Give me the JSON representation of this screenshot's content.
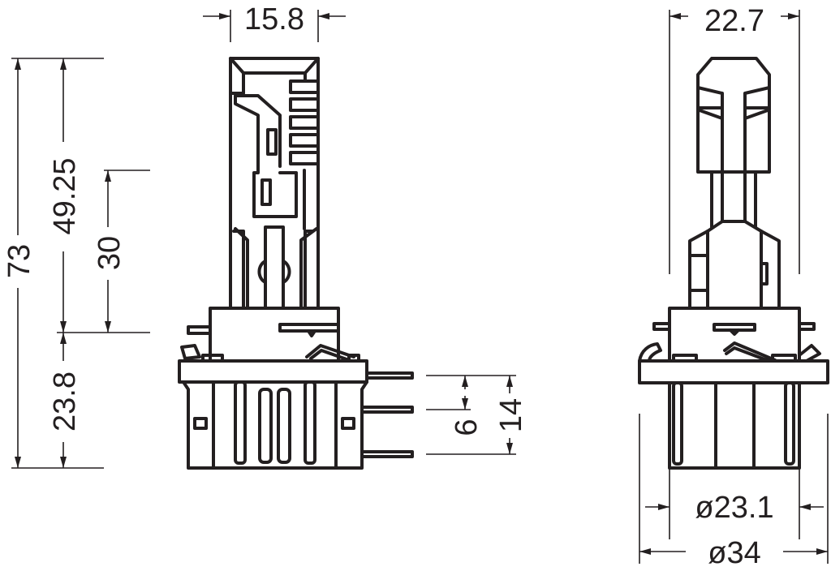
{
  "dimensions": {
    "side_view": {
      "width_top": "15.8",
      "total_height": "73",
      "upper_height": "49.25",
      "capsule_height": "30",
      "base_height": "23.8",
      "pin_pitch": "6",
      "pin_span": "14"
    },
    "front_view": {
      "width_top": "22.7",
      "base_diameter": "ø23.1",
      "flange_diameter": "ø34"
    }
  },
  "colors": {
    "line": "#231f20",
    "background": "#ffffff"
  }
}
